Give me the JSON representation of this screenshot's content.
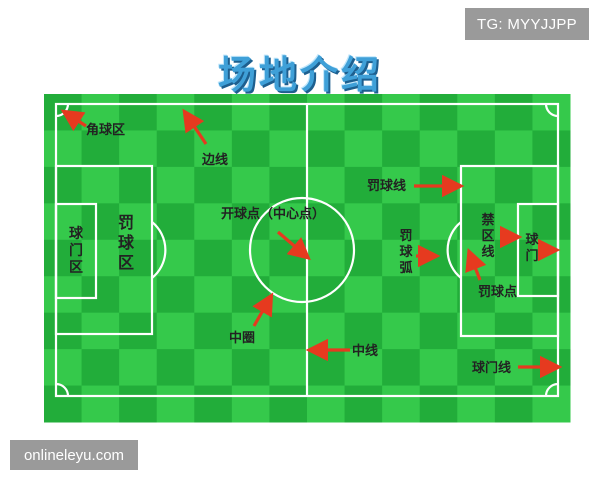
{
  "title": "场地介绍",
  "watermarks": {
    "telegram": "TG: MYYJJPP",
    "site": "onlineleyu.com"
  },
  "labels": {
    "corner_area": "角球区",
    "touchline": "边线",
    "kickoff_spot": "开球点（中心点）",
    "center_circle": "中圈",
    "halfway_line": "中线",
    "goal_area": "球门区",
    "penalty_area": "罚球区",
    "penalty_area_line": "罚球线",
    "penalty_arc": "罚球弧",
    "restricted_line": "禁区线",
    "goal": "球门",
    "penalty_spot": "罚球点",
    "goal_line": "球门线"
  },
  "colors": {
    "grass_light": "#35c94b",
    "grass_dark": "#22ad3a",
    "line": "#ffffff",
    "arrow": "#e63a1f",
    "title": "#3fa0d8"
  }
}
